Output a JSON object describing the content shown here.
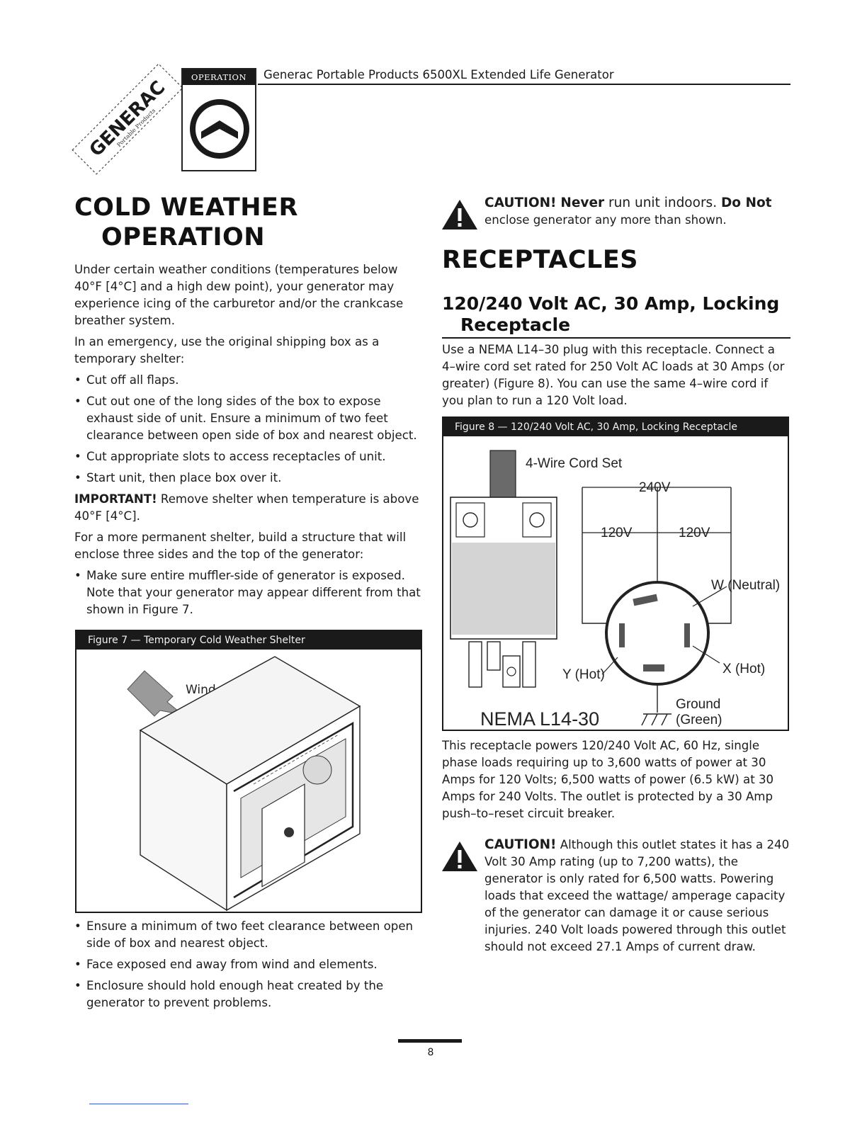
{
  "header": {
    "title": "Generac Portable Products 6500XL Extended Life Generator",
    "badge": "OPERATION",
    "logo_text": "GENERAC",
    "logo_subtext": "Portable Products"
  },
  "left": {
    "heading_line1": "COLD WEATHER",
    "heading_line2": "OPERATION",
    "intro": "Under certain weather conditions (temperatures below 40°F [4°C] and a high dew point), your generator may experience icing of the carburetor and/or the crankcase breather system.",
    "emergency": "In an emergency, use the original shipping box as a temporary shelter:",
    "bullets1": [
      "Cut off all flaps.",
      "Cut out one of the long sides of the box to expose exhaust side of unit. Ensure a minimum of two feet clearance between open side of box and nearest object.",
      "Cut appropriate slots to access receptacles of unit.",
      "Start unit, then place box over it."
    ],
    "important_label": "IMPORTANT!",
    "important_text": " Remove shelter when temperature is above 40°F [4°C].",
    "permanent": "For a more permanent shelter, build a structure that will enclose three sides and the top of the generator:",
    "bullets2": [
      "Make sure entire muffler-side of generator is exposed. Note that your generator may appear different from that shown in Figure 7."
    ],
    "figure7_caption": "Figure 7 — Temporary Cold Weather Shelter",
    "figure7_wind": "Wind",
    "bullets3": [
      "Ensure a minimum of two feet clearance between open side of box and nearest object.",
      "Face exposed end away from wind and elements.",
      "Enclosure should hold enough heat created by the generator to prevent problems."
    ]
  },
  "right": {
    "caution1_label": "CAUTION!",
    "caution1_never": "Never",
    "caution1_mid": " run unit indoors. ",
    "caution1_donot": "Do Not",
    "caution1_tail": "enclose generator any more than shown.",
    "heading": "RECEPTACLES",
    "subheading_line1": "120/240 Volt AC, 30 Amp, Locking",
    "subheading_line2": "Receptacle",
    "para1": "Use a NEMA L14–30 plug with this receptacle. Connect a 4–wire cord set rated for 250 Volt AC loads at 30 Amps (or greater) (Figure 8). You can use the same 4–wire cord if you plan to run a 120 Volt load.",
    "figure8_caption": "Figure 8 — 120/240 Volt AC, 30 Amp, Locking Receptacle",
    "fig8_labels": {
      "cord": "4-Wire Cord Set",
      "v240": "240V",
      "v120a": "120V",
      "v120b": "120V",
      "neutral": "W (Neutral)",
      "xhot": "X (Hot)",
      "yhot": "Y (Hot)",
      "ground1": "Ground",
      "ground2": "(Green)",
      "nema": "NEMA L14-30"
    },
    "para2": "This receptacle powers 120/240 Volt AC, 60 Hz, single phase loads requiring up to 3,600 watts of power at 30 Amps for 120 Volts; 6,500 watts of power (6.5 kW) at 30 Amps for 240 Volts. The outlet is protected by a 30 Amp push–to–reset circuit breaker.",
    "caution2_label": "CAUTION!",
    "caution2_text": " Although this outlet states it has a 240 Volt 30 Amp rating (up to 7,200 watts), the generator is only rated for 6,500 watts. Powering loads that exceed the wattage/ amperage capacity of the generator can damage it or cause serious injuries. 240 Volt loads powered through this outlet should not exceed 27.1 Amps of current draw."
  },
  "page_number": "8"
}
